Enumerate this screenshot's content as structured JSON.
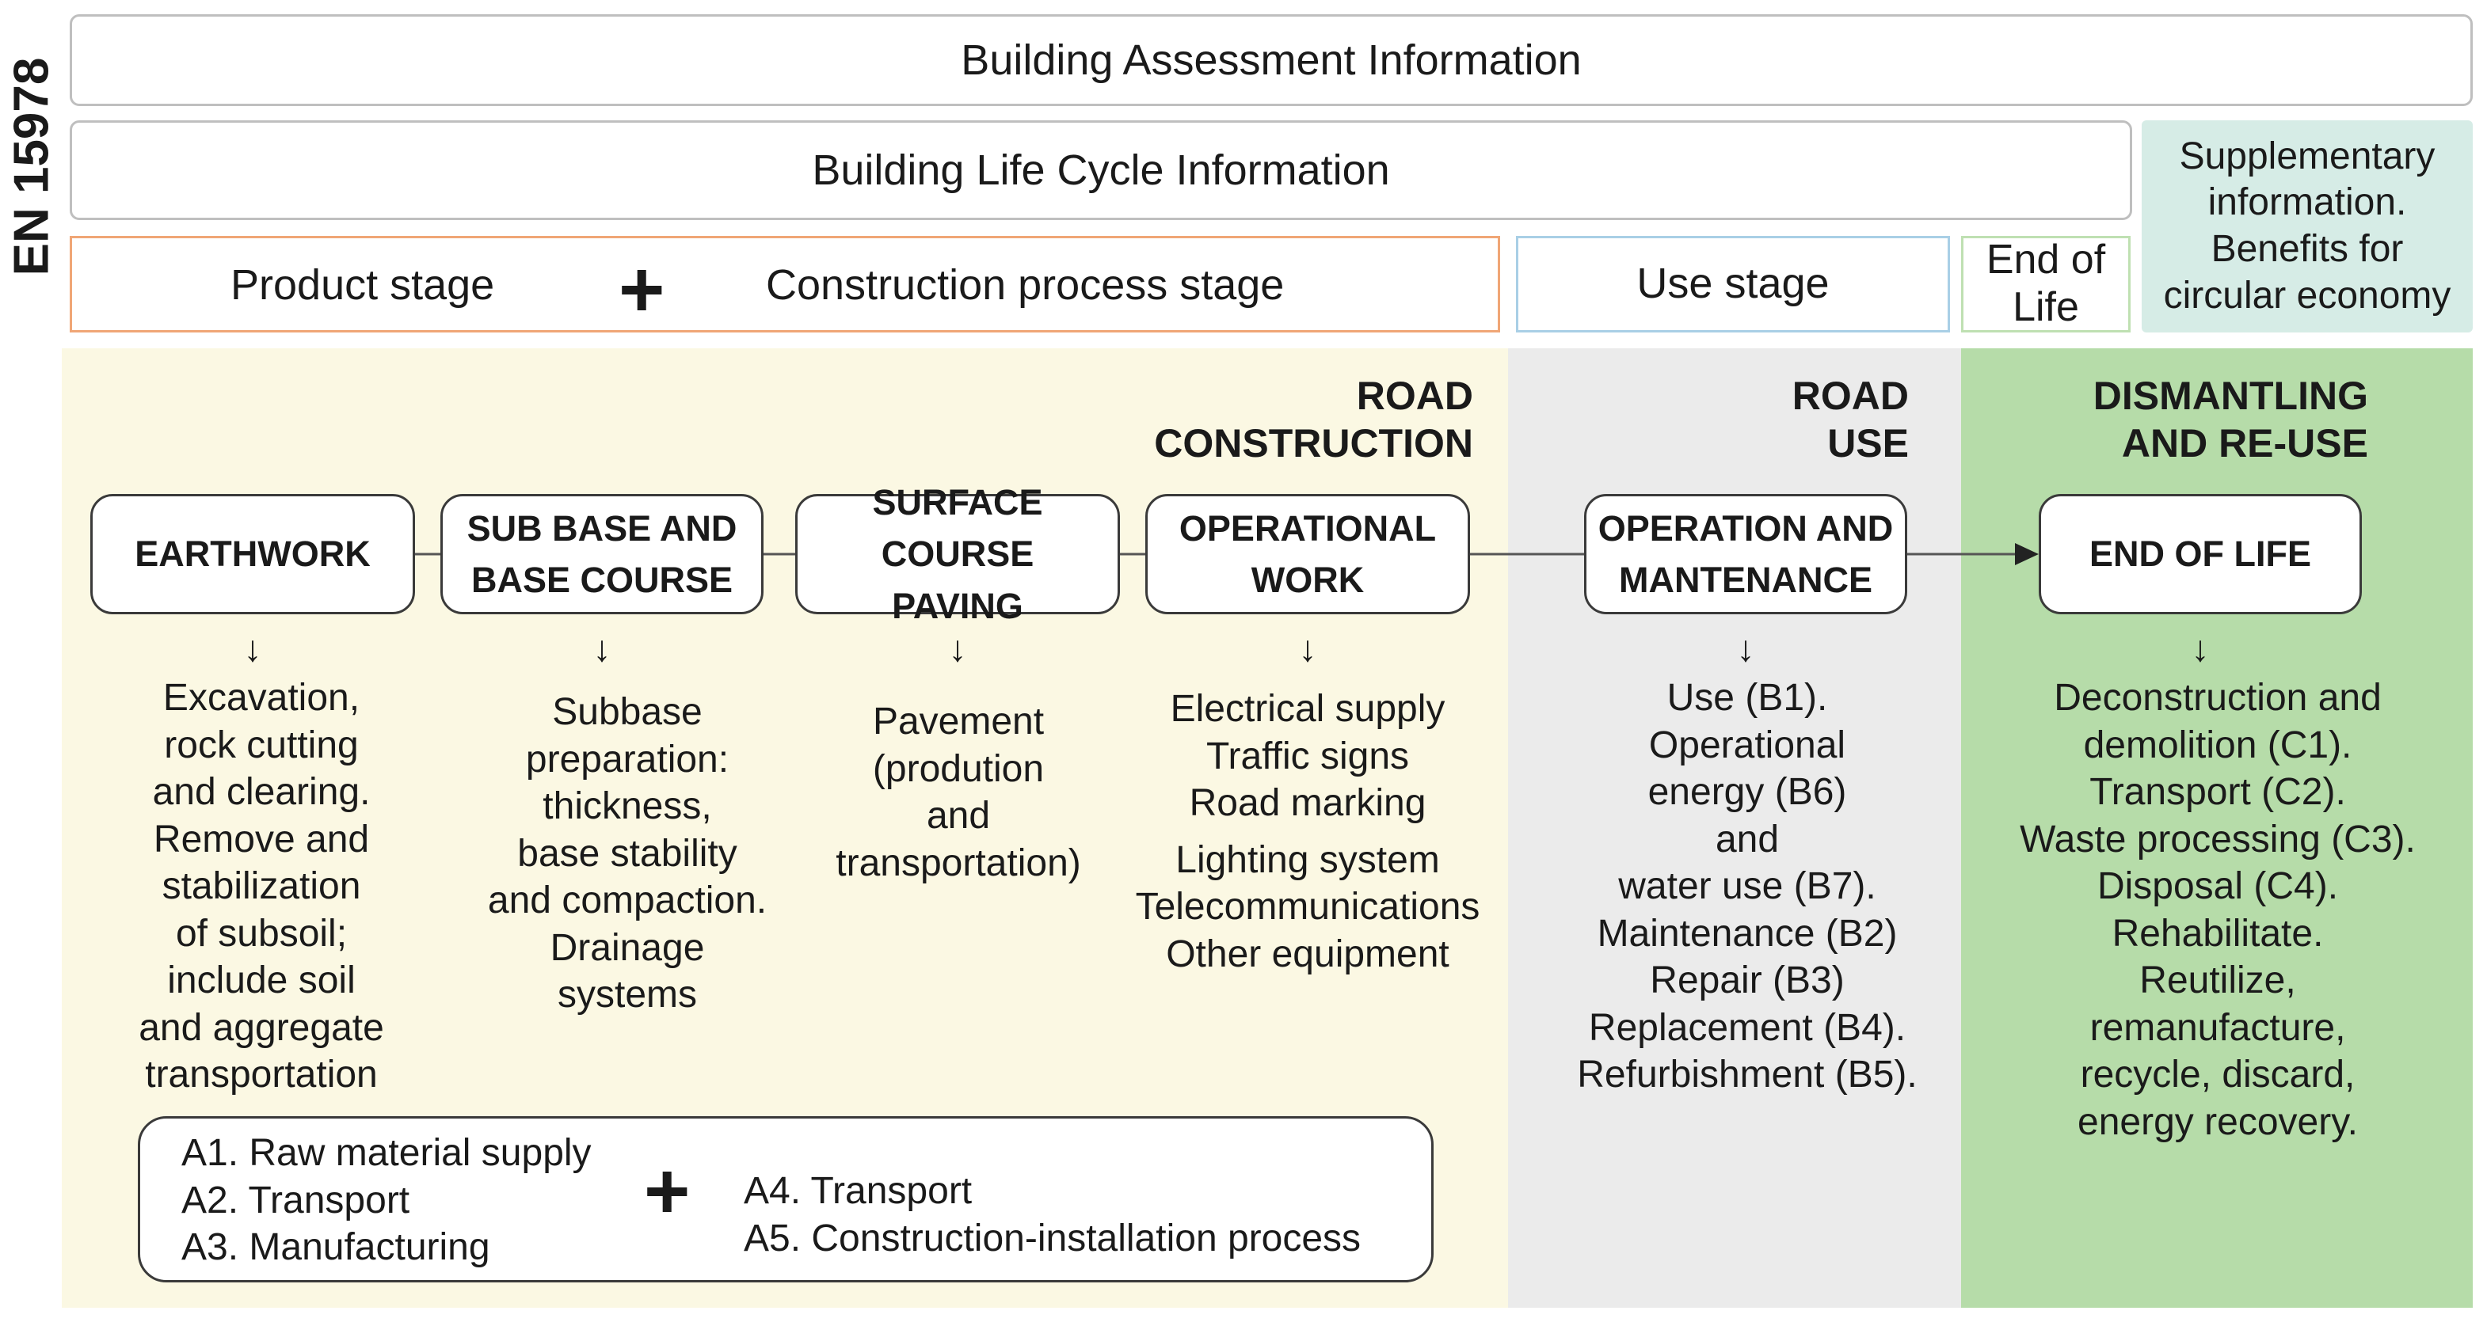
{
  "side_label": "EN 15978",
  "header": {
    "assessment": "Building Assessment Information",
    "life_cycle": "Building Life Cycle Information",
    "supplementary": "Supplementary information. Benefits for circular economy"
  },
  "stages": {
    "product": "Product stage",
    "plus": "+",
    "construction": "Construction process stage",
    "use": "Use stage",
    "end_of_life": "End of Life"
  },
  "sections": {
    "road_construction": [
      "ROAD",
      "CONSTRUCTION"
    ],
    "road_use": [
      "ROAD",
      "USE"
    ],
    "dismantling": [
      "DISMANTLING",
      "AND RE-USE"
    ]
  },
  "nodes": [
    {
      "lines": [
        "EARTHWORK"
      ]
    },
    {
      "lines": [
        "SUB BASE AND",
        "BASE COURSE"
      ]
    },
    {
      "lines": [
        "SURFACE COURSE",
        "PAVING"
      ]
    },
    {
      "lines": [
        "OPERATIONAL",
        "WORK"
      ]
    },
    {
      "lines": [
        "OPERATION AND",
        "MANTENANCE"
      ]
    },
    {
      "lines": [
        "END OF LIFE"
      ]
    }
  ],
  "descriptions": [
    [
      "Excavation,",
      "rock cutting",
      "and clearing.",
      "Remove and",
      "stabilization",
      "of subsoil;",
      "include soil",
      "and aggregate",
      "transportation"
    ],
    [
      "Subbase",
      "preparation:",
      "thickness,",
      "base stability",
      "and compaction.",
      "Drainage",
      "systems"
    ],
    [
      "Pavement",
      "(prodution",
      "and",
      "transportation)"
    ],
    [
      "Electrical supply",
      "Traffic signs",
      "Road marking",
      "Lighting system",
      "Telecommunications",
      "Other equipment"
    ],
    [
      "Use (B1).",
      "Operational",
      "energy (B6)",
      "and",
      "water use (B7).",
      "Maintenance (B2)",
      "Repair (B3)",
      "Replacement (B4).",
      "Refurbishment (B5)."
    ],
    [
      "Deconstruction and",
      "demolition (C1).",
      "Transport (C2).",
      "Waste processing (C3).",
      "Disposal (C4).",
      "Rehabilitate.",
      "Reutilize,",
      "remanufacture,",
      "recycle, discard,",
      "energy recovery."
    ]
  ],
  "arrow_glyph": "↓",
  "bottom_box": {
    "left": [
      "A1. Raw material supply",
      "A2. Transport",
      "A3. Manufacturing"
    ],
    "plus": "+",
    "right": [
      "A4. Transport",
      "A5. Construction-installation process"
    ]
  },
  "colors": {
    "construction_band": "#fbf8e3",
    "use_band": "#ebebeb",
    "dismantling_band": "#b6dca9",
    "supplementary_bg": "#d6ece6",
    "product_border": "#f0a676",
    "use_border": "#a9cfe6",
    "end_of_life_border": "#bfe0b2"
  }
}
